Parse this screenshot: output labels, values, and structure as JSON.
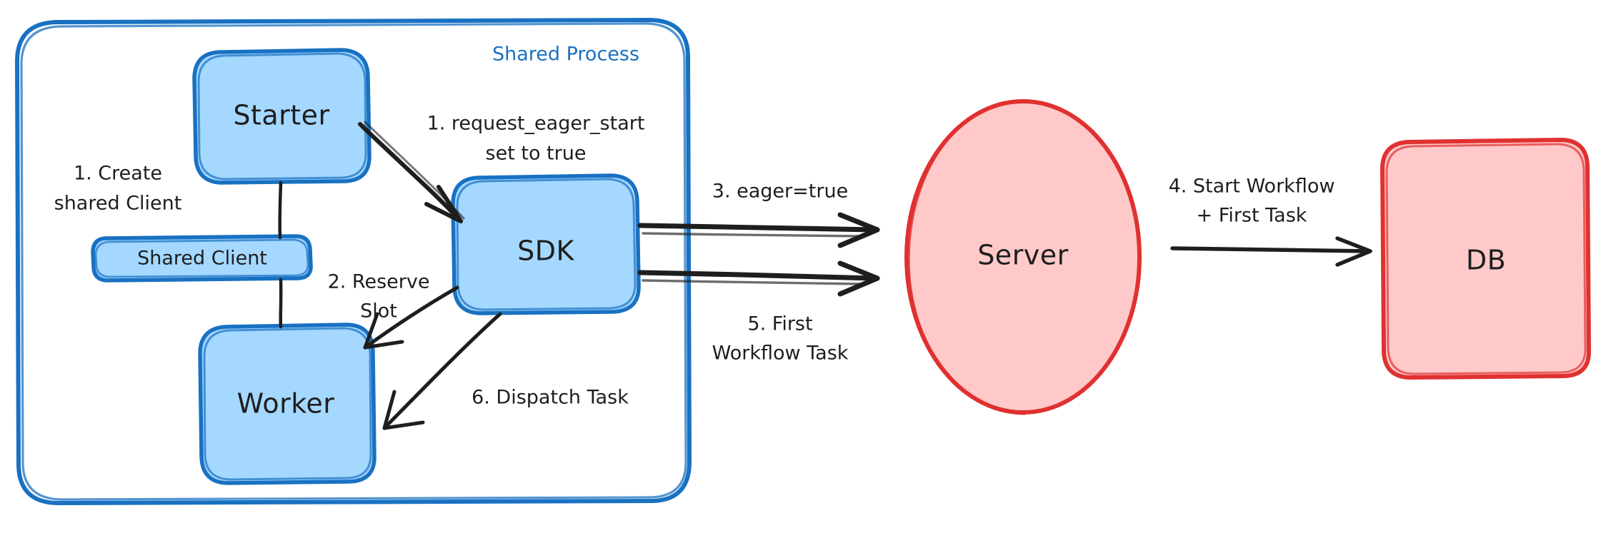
{
  "diagram": {
    "title": "Eager Workflow Start - Shared Process Architecture",
    "type": "flow-diagram",
    "style": "hand-drawn",
    "background": "#ffffff",
    "colors": {
      "blue_stroke": "#1971c2",
      "blue_fill": "#a5d8ff",
      "red_stroke": "#e03131",
      "red_fill": "#ffc9c9",
      "text": "#1e1e1e",
      "arrow": "#1e1e1e"
    }
  },
  "group": {
    "label": "Shared Process",
    "stroke": "#1971c2"
  },
  "nodes": [
    {
      "id": "starter",
      "label": "Starter",
      "shape": "rounded-rect",
      "color": "blue"
    },
    {
      "id": "shared-client",
      "label": "Shared Client",
      "shape": "rounded-rect",
      "color": "blue"
    },
    {
      "id": "worker",
      "label": "Worker",
      "shape": "rounded-rect",
      "color": "blue"
    },
    {
      "id": "sdk",
      "label": "SDK",
      "shape": "rounded-rect",
      "color": "blue"
    },
    {
      "id": "server",
      "label": "Server",
      "shape": "ellipse",
      "color": "red"
    },
    {
      "id": "db",
      "label": "DB",
      "shape": "rounded-rect",
      "color": "red"
    }
  ],
  "edges": [
    {
      "id": "e1",
      "from": "starter",
      "to": "sdk",
      "label_line1": "1. request_eager_start",
      "label_line2": "set to true"
    },
    {
      "id": "e2",
      "from": "sdk",
      "to": "worker",
      "label_line1": "2. Reserve",
      "label_line2": "Slot"
    },
    {
      "id": "e3",
      "from": "sdk",
      "to": "server",
      "label_line1": "3. eager=true",
      "label_line2": ""
    },
    {
      "id": "e4",
      "from": "server",
      "to": "db",
      "label_line1": "4. Start Workflow",
      "label_line2": "+ First Task"
    },
    {
      "id": "e5",
      "from": "sdk",
      "to": "server",
      "label_line1": "5. First",
      "label_line2": "Workflow Task"
    },
    {
      "id": "e6",
      "from": "sdk",
      "to": "worker",
      "label_line1": "6. Dispatch Task",
      "label_line2": ""
    },
    {
      "id": "e0",
      "from": "starter",
      "to": "shared-client",
      "label_line1": "1. Create",
      "label_line2": "shared Client"
    }
  ],
  "labels": {
    "create_shared_client_l1": "1. Create",
    "create_shared_client_l2": "shared Client",
    "request_eager_l1": "1. request_eager_start",
    "request_eager_l2": "set to true",
    "reserve_slot_l1": "2. Reserve",
    "reserve_slot_l2": "Slot",
    "eager_true": "3. eager=true",
    "start_workflow_l1": "4. Start Workflow",
    "start_workflow_l2": "+ First Task",
    "first_wf_task_l1": "5. First",
    "first_wf_task_l2": "Workflow Task",
    "dispatch_task": "6. Dispatch Task"
  }
}
